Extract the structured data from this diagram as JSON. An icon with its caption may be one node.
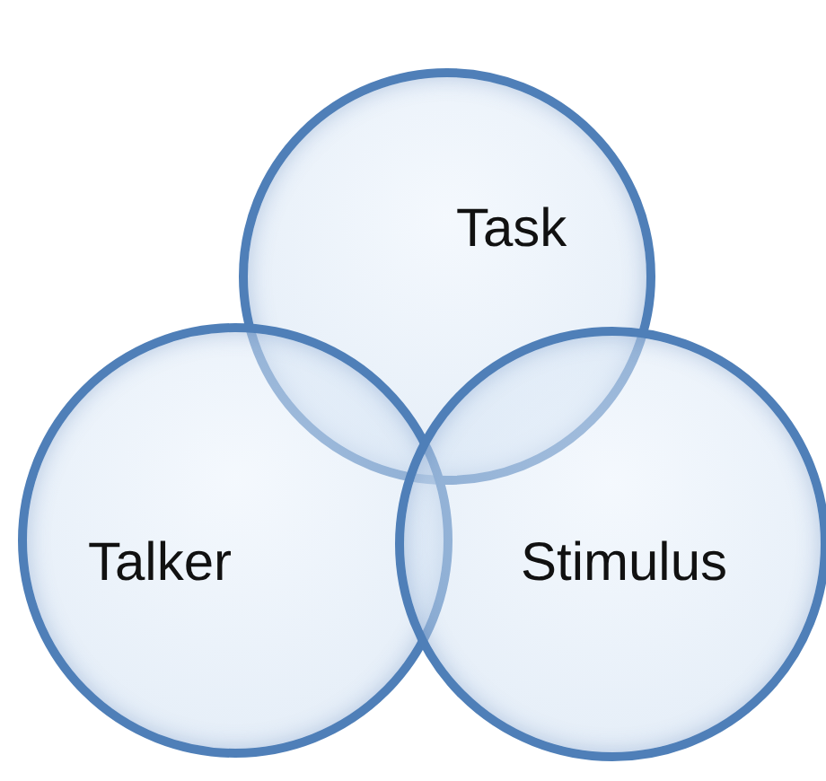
{
  "diagram": {
    "nodes": [
      {
        "text": [
          "Task"
        ]
      },
      {
        "text": [
          "Talker"
        ]
      },
      {
        "text": [
          "Stimulus"
        ]
      }
    ]
  }
}
